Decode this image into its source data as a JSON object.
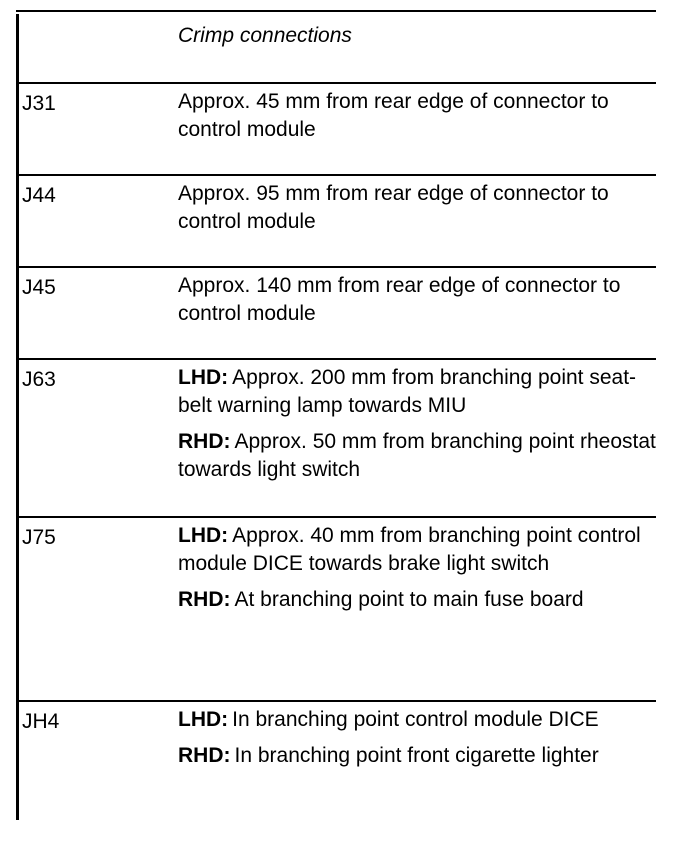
{
  "header": {
    "title": "Crimp connections"
  },
  "rows": [
    {
      "code": "J31",
      "lines": [
        {
          "tag": "",
          "text": "Approx. 45 mm from rear edge of connector to control module"
        }
      ]
    },
    {
      "code": "J44",
      "lines": [
        {
          "tag": "",
          "text": "Approx. 95 mm from rear edge of connector to control module"
        }
      ]
    },
    {
      "code": "J45",
      "lines": [
        {
          "tag": "",
          "text": "Approx. 140 mm from rear edge of connector to control module"
        }
      ]
    },
    {
      "code": "J63",
      "lines": [
        {
          "tag": "LHD:",
          "text": "Approx. 200 mm from branching point seat-belt warning lamp towards MIU"
        },
        {
          "tag": "RHD:",
          "text": "Approx. 50 mm from branching point rheostat towards light switch"
        }
      ]
    },
    {
      "code": "J75",
      "lines": [
        {
          "tag": "LHD:",
          "text": "Approx. 40 mm from branching point control module DICE towards brake light switch"
        },
        {
          "tag": "RHD:",
          "text": "At branching point to main fuse board"
        }
      ]
    },
    {
      "code": "JH4",
      "lines": [
        {
          "tag": "LHD:",
          "text": "In branching point control module DICE"
        },
        {
          "tag": "RHD:",
          "text": "In branching point front cigarette lighter"
        }
      ]
    }
  ]
}
